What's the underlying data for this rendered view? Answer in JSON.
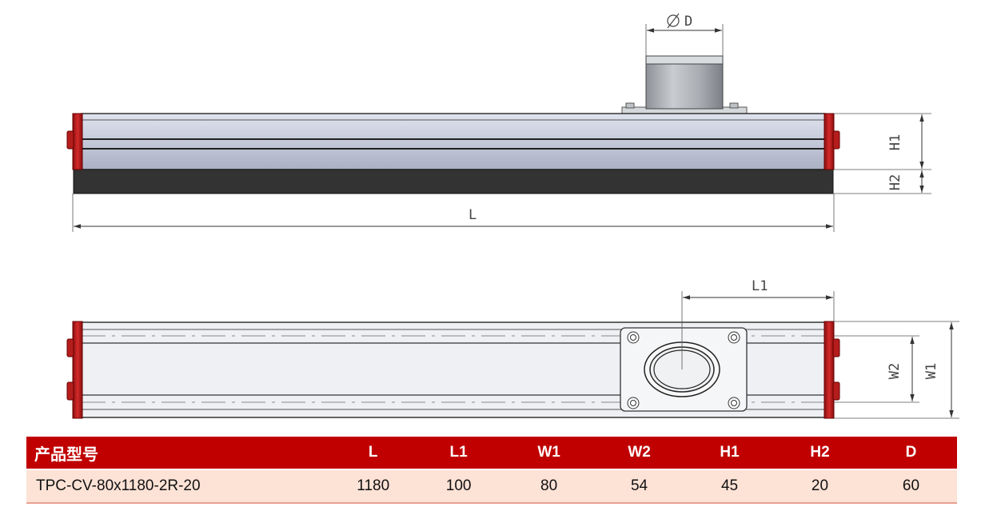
{
  "diagram": {
    "dim_labels": {
      "diameter": "D",
      "length": "L",
      "offset": "L1",
      "height1": "H1",
      "height2": "H2",
      "width1": "W1",
      "width2": "W2"
    }
  },
  "table": {
    "headers": [
      "产品型号",
      "L",
      "L1",
      "W1",
      "W2",
      "H1",
      "H2",
      "D"
    ],
    "rows": [
      [
        "TPC-CV-80x1180-2R-20",
        "1180",
        "100",
        "80",
        "54",
        "45",
        "20",
        "60"
      ]
    ],
    "colors": {
      "header_bg": "#c00000",
      "row_bg": "#fde2d6",
      "header_text": "#ffffff"
    }
  }
}
